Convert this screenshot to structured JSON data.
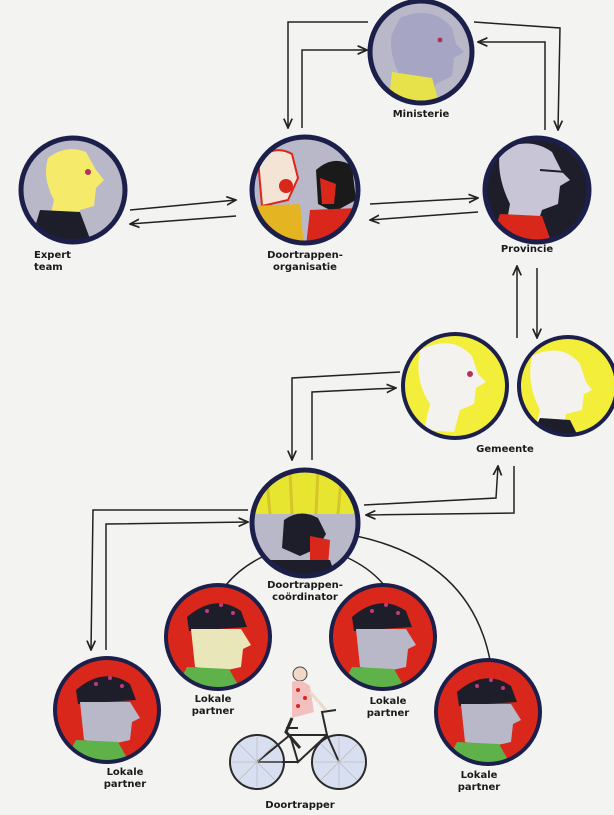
{
  "nodes": {
    "ministerie": {
      "label": "Ministerie"
    },
    "expert_team": {
      "line1": "Expert",
      "line2": "team"
    },
    "doortrappen_organisatie": {
      "line1": "Doortrappen-",
      "line2": "organisatie"
    },
    "provincie": {
      "label": "Provincie"
    },
    "gemeente": {
      "label": "Gemeente"
    },
    "doortrappen_coordinator": {
      "line1": "Doortrappen-",
      "line2": "coördinator"
    },
    "lokale_partner_1": {
      "line1": "Lokale",
      "line2": "partner"
    },
    "lokale_partner_2": {
      "line1": "Lokale",
      "line2": "partner"
    },
    "lokale_partner_3": {
      "line1": "Lokale",
      "line2": "partner"
    },
    "lokale_partner_4": {
      "line1": "Lokale",
      "line2": "partner"
    },
    "doortrapper": {
      "label": "Doortrapper"
    }
  },
  "colors": {
    "background": "#f3f3f1",
    "ring": "#1b1f4a",
    "arrow": "#222222",
    "lokale_partner_bg": "#d9271c",
    "gemeente_bg": "#f2ee3a",
    "portrait_grey": "#b9b8c9",
    "coordinator_sky": "#e7e52f"
  },
  "icons": {
    "ministerie": "portrait-icon",
    "expert_team": "portrait-icon",
    "doortrappen_organisatie": "portraits-group-icon",
    "provincie": "portrait-icon",
    "gemeente": "portrait-pair-icon",
    "doortrappen_coordinator": "portrait-icon",
    "lokale_partner": "helmet-portrait-icon",
    "doortrapper": "cyclist-icon"
  }
}
